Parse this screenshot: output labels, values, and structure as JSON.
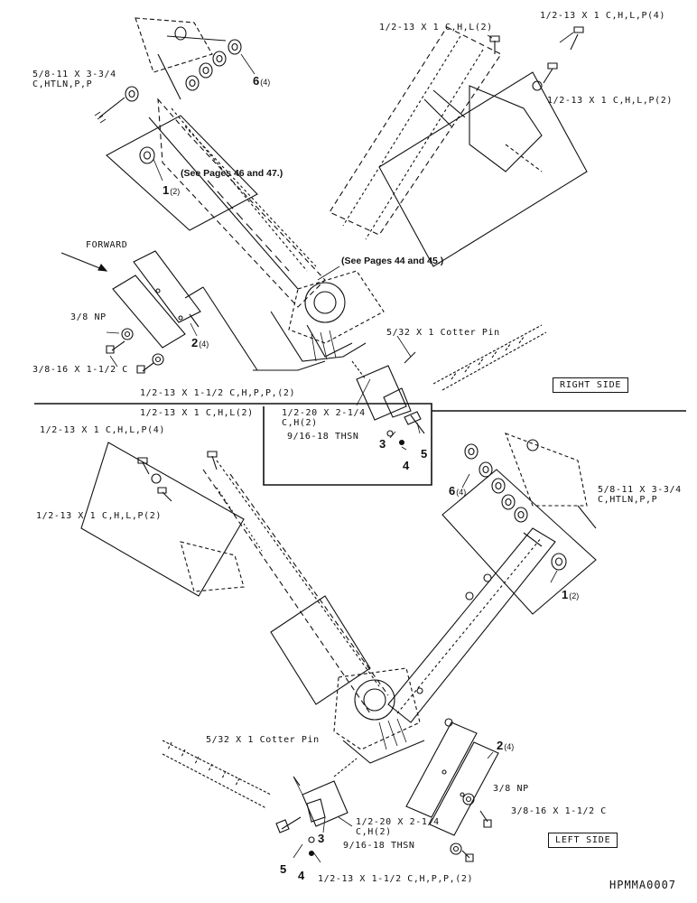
{
  "labels": {
    "top_right_bolt_p4": "1/2-13 X 1 C,H,L,P(4)",
    "top_right_bolt_l2": "1/2-13 X 1 C,H,L(2)",
    "top_right_bolt_p2": "1/2-13 X 1 C,H,L,P(2)",
    "top_left_bolt": "5/8-11 X 3-3/4\nC,HTLN,P,P",
    "see_pages_46_47": "(See Pages 46 and 47.)",
    "see_pages_44_45": "(See Pages 44 and 45.)",
    "forward": "FORWARD",
    "np_top": "3/8 NP",
    "bolt_3816_top": "3/8-16 X 1-1/2 C",
    "bolt_1213_top": "1/2-13 X 1-1/2 C,H,P,P,(2)",
    "cotter_top": "5/32 X 1 Cotter Pin",
    "bolt_1220_top": "1/2-20 X 2-1/4\nC,H(2)",
    "thsn_top": "9/16-18 THSN",
    "right_side": "RIGHT SIDE",
    "mid_bolt_l2": "1/2-13 X 1 C,H,L(2)",
    "mid_bolt_p4": "1/2-13 X 1 C,H,L,P(4)",
    "mid_bolt_p2": "1/2-13 X 1 C,H,L,P(2)",
    "mid_right_bolt": "5/8-11 X 3-3/4\nC,HTLN,P,P",
    "cotter_bottom": "5/32 X 1 Cotter Pin",
    "np_bottom": "3/8 NP",
    "bolt_3816_bottom": "3/8-16 X 1-1/2 C",
    "bolt_1220_bottom": "1/2-20 X 2-1/4\nC,H(2)",
    "thsn_bottom": "9/16-18 THSN",
    "left_side": "LEFT SIDE",
    "bolt_1213_bottom": "1/2-13 X 1-1/2 C,H,P,P,(2)",
    "figure_code": "HPMMA0007"
  },
  "callouts": {
    "top_6": "6",
    "top_6_qty": "(4)",
    "top_1": "1",
    "top_1_qty": "(2)",
    "top_2": "2",
    "top_2_qty": "(4)",
    "top_3": "3",
    "top_4": "4",
    "top_5": "5",
    "bot_6": "6",
    "bot_6_qty": "(4)",
    "bot_1": "1",
    "bot_1_qty": "(2)",
    "bot_2": "2",
    "bot_2_qty": "(4)",
    "bot_3": "3",
    "bot_4": "4",
    "bot_5": "5"
  }
}
